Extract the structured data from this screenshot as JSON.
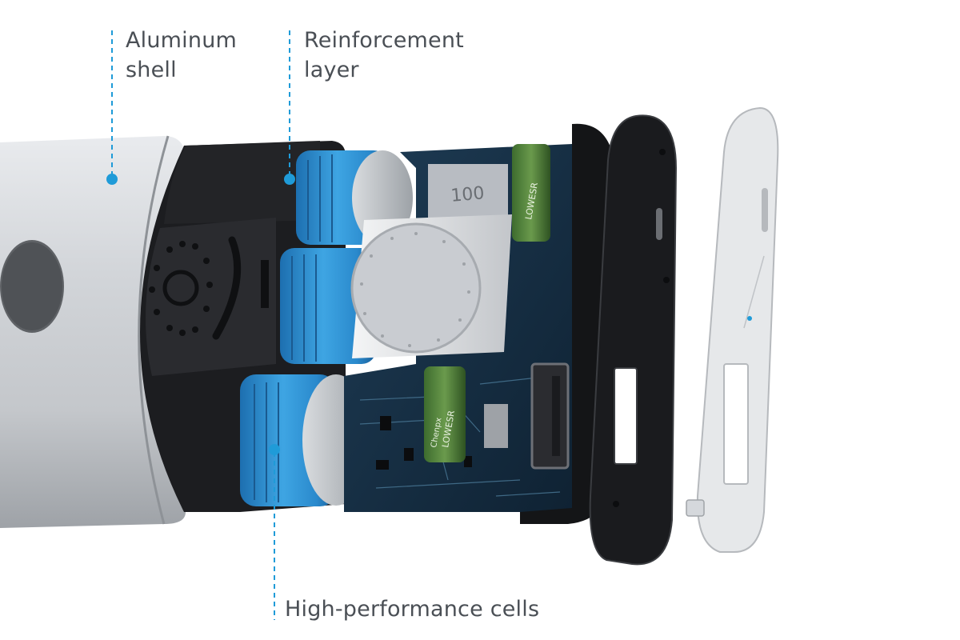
{
  "callouts": {
    "aluminum_shell": {
      "line1": "Aluminum",
      "line2": "shell"
    },
    "reinforcement_layer": {
      "line1": "Reinforcement",
      "line2": "layer"
    },
    "cells": {
      "text": "High-performance cells"
    }
  },
  "components": {
    "chip_marking": "100",
    "capacitor_marking_1": "LOWESR",
    "capacitor_marking_2": "LOWESR",
    "capacitor_brand": "Chenpx"
  },
  "colors": {
    "accent": "#1f9bd8",
    "label_text": "#4a4f55",
    "shell": "#c9ccd0",
    "cells": "#2f8fd0",
    "frame": "#1c1d20"
  }
}
